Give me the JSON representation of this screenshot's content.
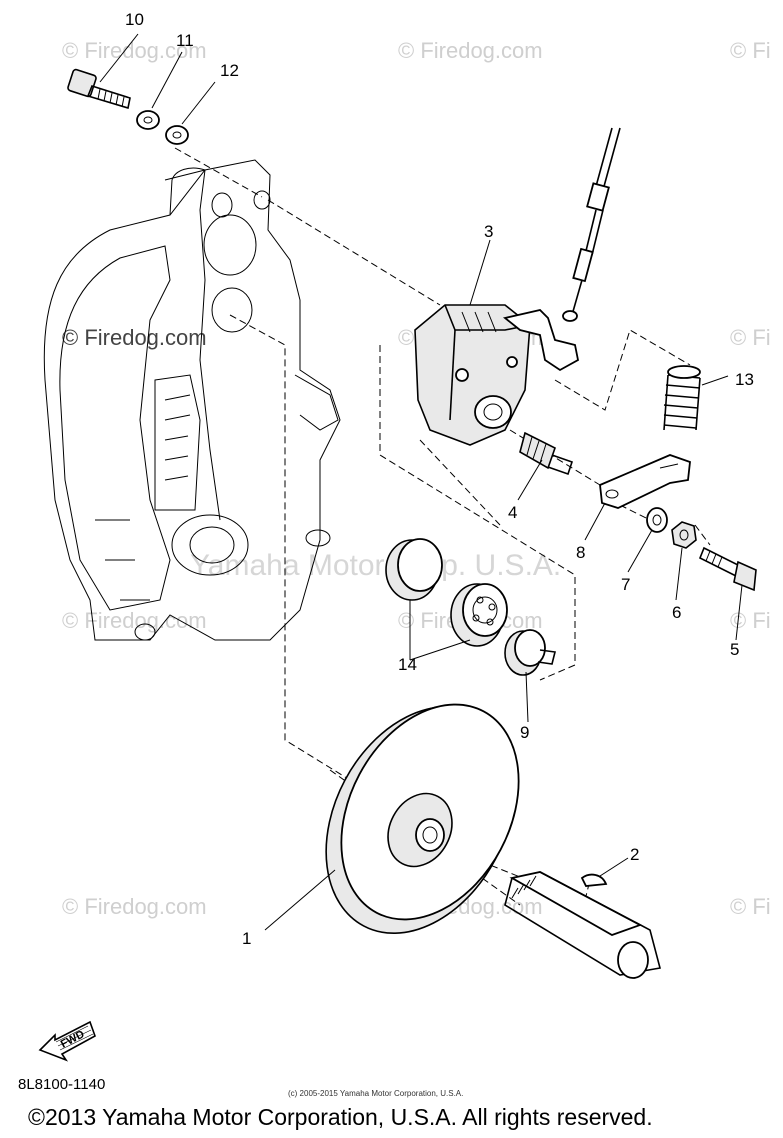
{
  "watermarks": {
    "site": "© Firedog.com",
    "maker": "Yamaha Motor Corp. U.S.A.",
    "partial": "© Fi"
  },
  "callouts": {
    "c1": "1",
    "c2": "2",
    "c3": "3",
    "c4": "4",
    "c5": "5",
    "c6": "6",
    "c7": "7",
    "c8": "8",
    "c9": "9",
    "c10": "10",
    "c11": "11",
    "c12": "12",
    "c13": "13",
    "c14": "14"
  },
  "fwd_badge": "FWD",
  "diagram_code": "8L8100-1140",
  "small_copyright": "(c) 2005-2015 Yamaha Motor Corporation, U.S.A.",
  "copyright": "©2013 Yamaha Motor Corporation, U.S.A. All rights reserved."
}
